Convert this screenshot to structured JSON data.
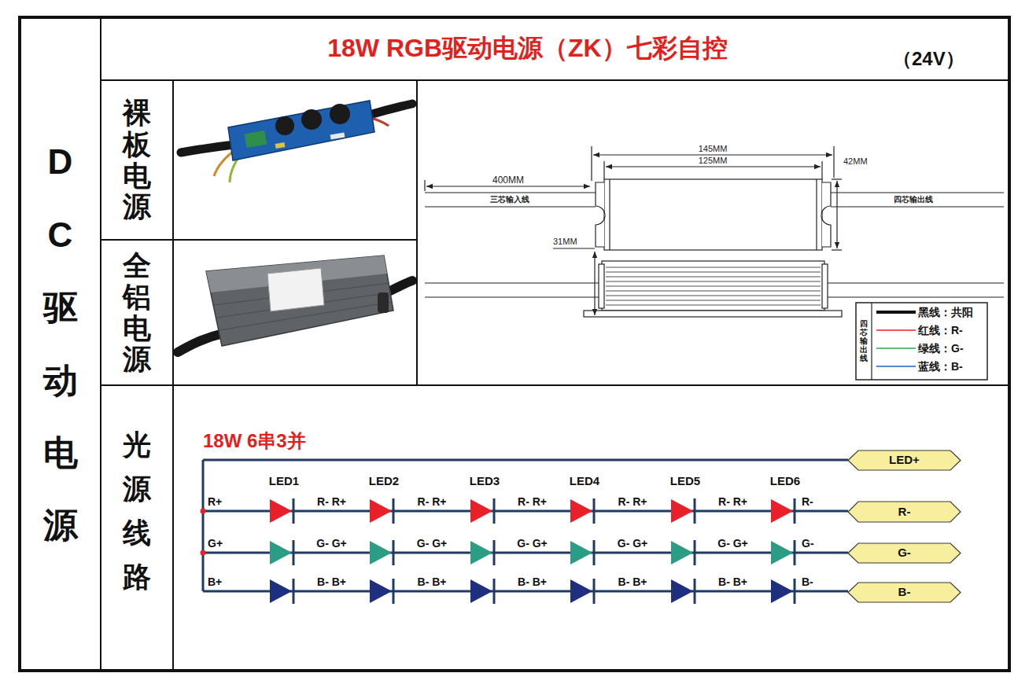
{
  "diagram": {
    "title": "18W RGB驱动电源（ZK）七彩自控",
    "nodes": [
      {
        "text": [
          "DC驱动电源"
        ]
      },
      {
        "text": [
          "裸板电源"
        ]
      },
      {
        "text": [
          "全铝电源"
        ]
      },
      {
        "text": [
          "光源线路"
        ]
      },
      {
        "text": [
          "LED+"
        ]
      },
      {
        "text": [
          "R-"
        ]
      },
      {
        "text": [
          "G-"
        ]
      },
      {
        "text": [
          "B-"
        ]
      }
    ],
    "labels": [
      "（24V）",
      "145MM",
      "125MM",
      "42MM",
      "400MM",
      "三芯输入线",
      "四芯输出线",
      "31MM",
      "四芯输出线",
      "18W 6串3并",
      "LED1",
      "LED2",
      "LED3",
      "LED4",
      "LED5",
      "LED6",
      "R+",
      "R- R+",
      "R- R+",
      "R- R+",
      "R- R+",
      "R- R+",
      "R-",
      "G+",
      "G- G+",
      "G- G+",
      "G- G+",
      "G- G+",
      "G- G+",
      "G-",
      "B+",
      "B- B+",
      "B- B+",
      "B- B+",
      "B- B+",
      "B- B+",
      "B-"
    ],
    "legend": [
      {
        "text": "黑线：共阳"
      },
      {
        "text": "红线：R-"
      },
      {
        "text": "绿线：G-"
      },
      {
        "text": "蓝线：B-"
      }
    ]
  }
}
